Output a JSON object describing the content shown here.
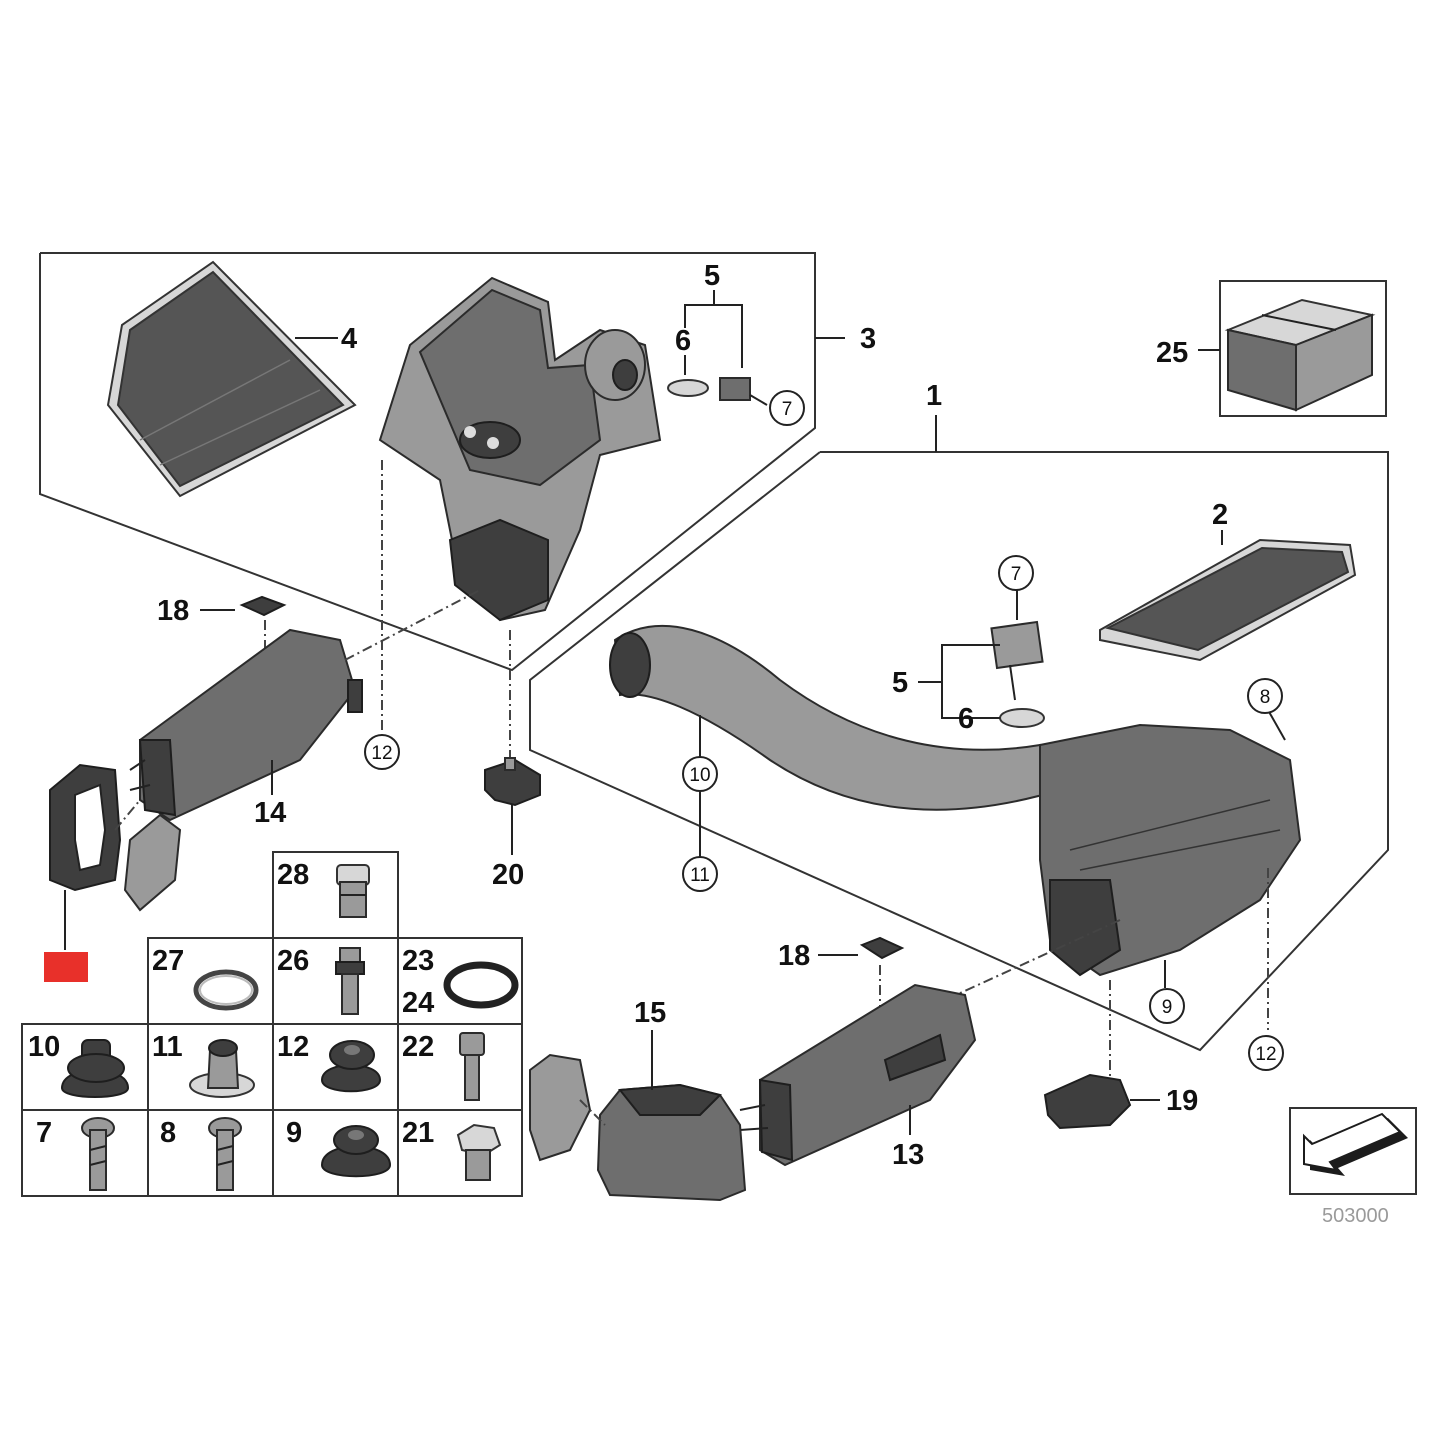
{
  "callouts": {
    "c1": "1",
    "c2": "2",
    "c3": "3",
    "c4": "4",
    "c5a": "5",
    "c5b": "5",
    "c6a": "6",
    "c6b": "6",
    "c7a": "7",
    "c7b": "7",
    "c8": "8",
    "c9": "9",
    "c10": "10",
    "c11": "11",
    "c12a": "12",
    "c12b": "12",
    "c13": "13",
    "c14": "14",
    "c15": "15",
    "c18a": "18",
    "c18b": "18",
    "c19": "19",
    "c20": "20",
    "c25": "25"
  },
  "grid": {
    "g28": "28",
    "g27": "27",
    "g26": "26",
    "g23": "23",
    "g24": "24",
    "g10": "10",
    "g11": "11",
    "g12": "12",
    "g22": "22",
    "g7": "7",
    "g8": "8",
    "g9": "9",
    "g21": "21"
  },
  "reference_number": "503000",
  "colors": {
    "highlight": "#e8302a",
    "part_dark": "#3e3e3e",
    "part_mid": "#6e6e6e",
    "outline": "#222222"
  }
}
